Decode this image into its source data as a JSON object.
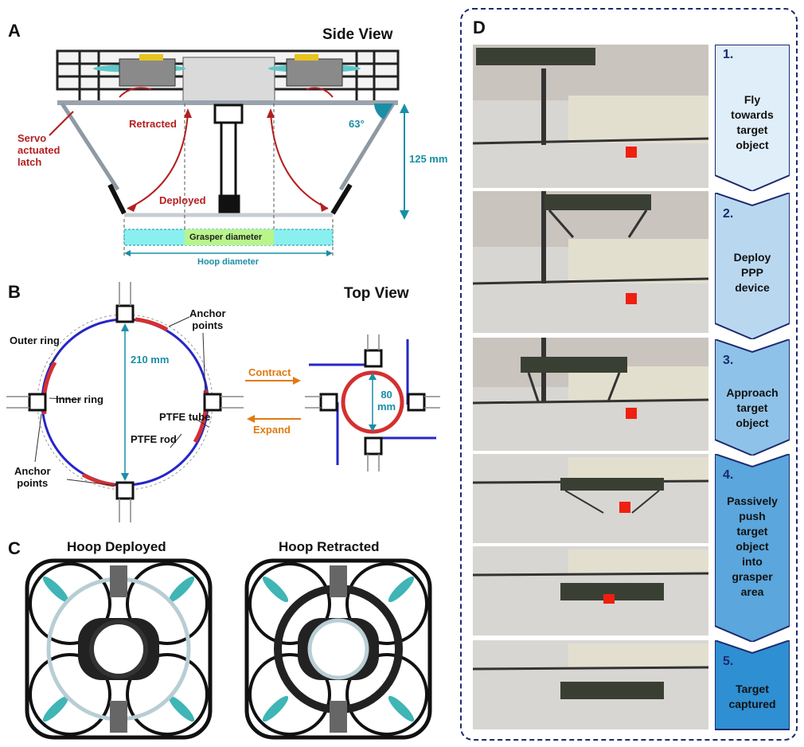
{
  "panels": {
    "a": {
      "letter": "A",
      "title": "Side View",
      "servo_label": "Servo\nactuated\nlatch",
      "retracted": "Retracted",
      "deployed": "Deployed",
      "angle": "63°",
      "height": "125 mm",
      "grasper": "Grasper diameter",
      "hoop": "Hoop diameter"
    },
    "b": {
      "letter": "B",
      "title": "Top View",
      "outer_ring": "Outer ring",
      "inner_ring": "Inner ring",
      "anchor_top": "Anchor\npoints",
      "anchor_bottom": "Anchor\npoints",
      "ptfe_tube": "PTFE tube",
      "ptfe_rod": "PTFE rod",
      "diam_large": "210 mm",
      "diam_small": "80\nmm",
      "contract": "Contract",
      "expand": "Expand"
    },
    "c": {
      "letter": "C",
      "left": "Hoop Deployed",
      "right": "Hoop Retracted"
    },
    "d": {
      "letter": "D",
      "steps": [
        {
          "num": "1.",
          "text": "Fly\ntowards\ntarget\nobject"
        },
        {
          "num": "2.",
          "text": "Deploy\nPPP\ndevice"
        },
        {
          "num": "3.",
          "text": "Approach\ntarget\nobject"
        },
        {
          "num": "4.",
          "text": "Passively\npush\ntarget\nobject\ninto\ngrasper\narea"
        },
        {
          "num": "5.",
          "text": "Target\ncaptured"
        }
      ]
    }
  },
  "colors": {
    "red": "#b41f1f",
    "teal": "#1a8fa5",
    "orange": "#e07a10",
    "navy": "#1c2a6e",
    "ring_blue": "#2626c8",
    "ring_red": "#d43030"
  }
}
